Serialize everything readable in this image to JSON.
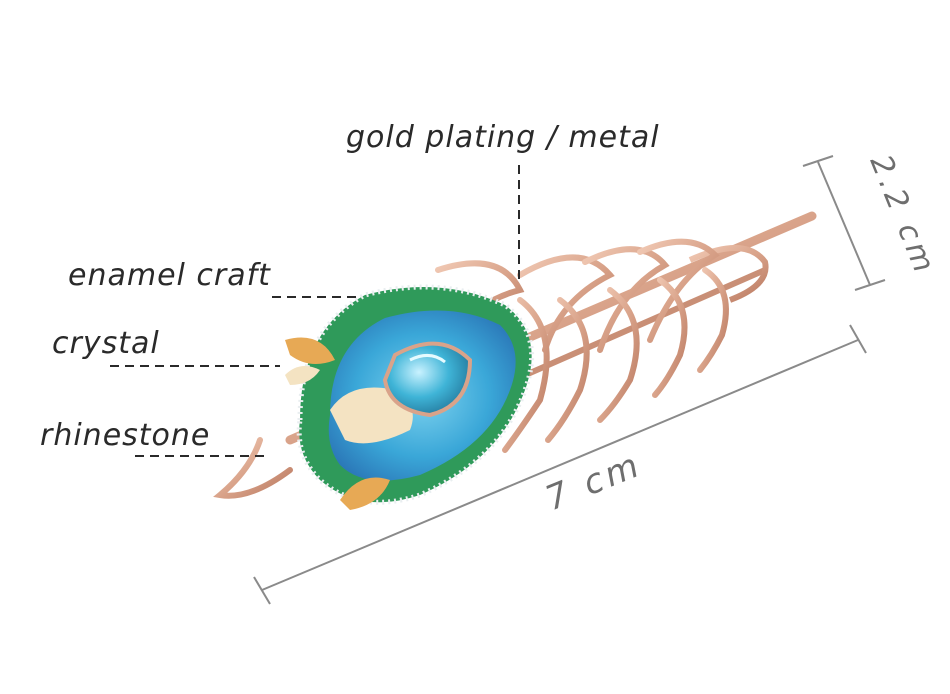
{
  "callouts": {
    "metal": "gold plating / metal",
    "enamel": "enamel craft",
    "crystal": "crystal",
    "rhinestone": "rhinestone"
  },
  "dimensions": {
    "length": "7 cm",
    "width": "2.2 cm"
  },
  "colors": {
    "rose_gold": "#d9a38a",
    "rose_gold_dark": "#b9785f",
    "enamel_green": "#2f9a5a",
    "enamel_blue": "#3aa7d8",
    "crystal_blue": "#3fb4d7",
    "enamel_cream": "#f4e3c2",
    "enamel_orange": "#e7a955",
    "dimension_line": "#8a8a8a"
  }
}
